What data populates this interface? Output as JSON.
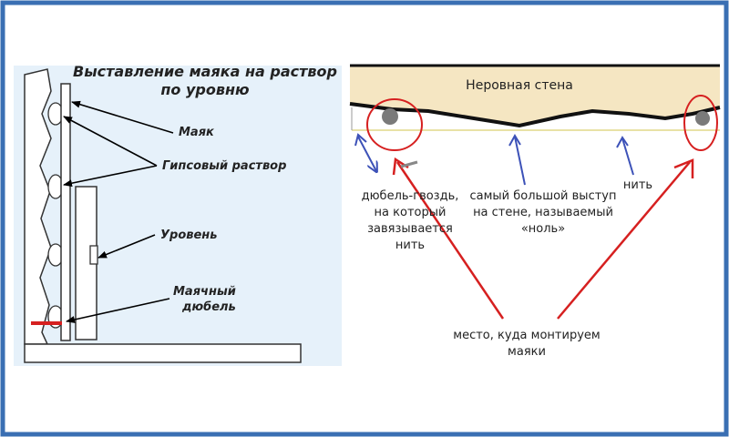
{
  "left_panel": {
    "title_line1": "Выставление маяка на раствор",
    "title_line2": "по уровню",
    "label_mayak": "Маяк",
    "label_gips": "Гипсовый раствор",
    "label_uroven": "Уровень",
    "label_dubel_line1": "Маячный",
    "label_dubel_line2": "дюбель"
  },
  "right_panel": {
    "wall_label": "Неровная стена",
    "dubel_line1": "дюбель-гвоздь,",
    "dubel_line2": "на который",
    "dubel_line3": "завязывается",
    "dubel_line4": "нить",
    "vystup_line1": "самый большой выступ",
    "vystup_line2": "на стене, называемый",
    "vystup_line3": "«ноль»",
    "nit_label": "нить",
    "mesto_line1": "место, куда монтируем",
    "mesto_line2": "маяки"
  },
  "colors": {
    "border": "#3a6fb3",
    "left_bg": "#e6f1fa",
    "wall_fill": "#f5e6c2",
    "red": "#d62020",
    "blue_arrow": "#3d52b8"
  }
}
